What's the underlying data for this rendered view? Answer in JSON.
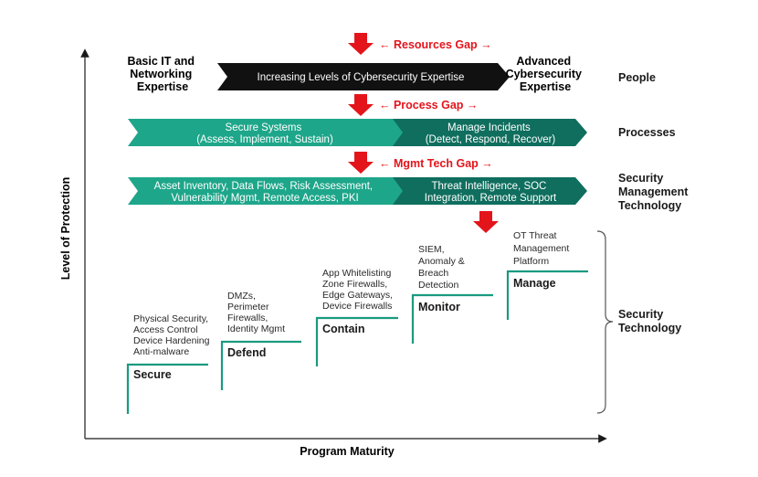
{
  "axes": {
    "y_label": "Level of Protection",
    "x_label": "Program Maturity"
  },
  "gaps": {
    "resources": "← Resources Gap →",
    "process": "← Process Gap →",
    "mgmt_tech": "← Mgmt Tech Gap →"
  },
  "people_row": {
    "left": [
      "Basic IT and",
      "Networking",
      "Expertise"
    ],
    "arrow": "Increasing Levels of Cybersecurity Expertise",
    "right": [
      "Advanced",
      "Cybersecurity",
      "Expertise"
    ],
    "side": "People"
  },
  "processes_row": {
    "left": [
      "Secure Systems",
      "(Assess, Implement, Sustain)"
    ],
    "right": [
      "Manage Incidents",
      "(Detect, Respond, Recover)"
    ],
    "side": "Processes"
  },
  "mgmt_row": {
    "left": [
      "Asset Inventory, Data Flows, Risk Assessment,",
      "Vulnerability Mgmt, Remote Access, PKI"
    ],
    "right": [
      "Threat Intelligence, SOC",
      "Integration, Remote Support"
    ],
    "side": [
      "Security",
      "Management",
      "Technology"
    ]
  },
  "steps": [
    {
      "title": "Secure",
      "items": [
        "Physical Security,",
        "Access Control",
        "Device Hardening",
        "Anti-malware"
      ]
    },
    {
      "title": "Defend",
      "items": [
        "DMZs,",
        "Perimeter",
        "Firewalls,",
        "Identity Mgmt"
      ]
    },
    {
      "title": "Contain",
      "items": [
        "App Whitelisting",
        "Zone Firewalls,",
        "Edge Gateways,",
        "Device Firewalls"
      ]
    },
    {
      "title": "Monitor",
      "items": [
        "SIEM,",
        "Anomaly &",
        "Breach",
        "Detection"
      ]
    },
    {
      "title": "Manage",
      "items": [
        "OT Threat",
        "Management",
        "Platform"
      ]
    }
  ],
  "tech_side": [
    "Security",
    "Technology"
  ],
  "colors": {
    "gap_red": "#e4141b",
    "teal_light": "#1ea68a",
    "teal_dark": "#0f6e5e",
    "step_line": "#1a9a80",
    "arrow_black": "#111111"
  }
}
